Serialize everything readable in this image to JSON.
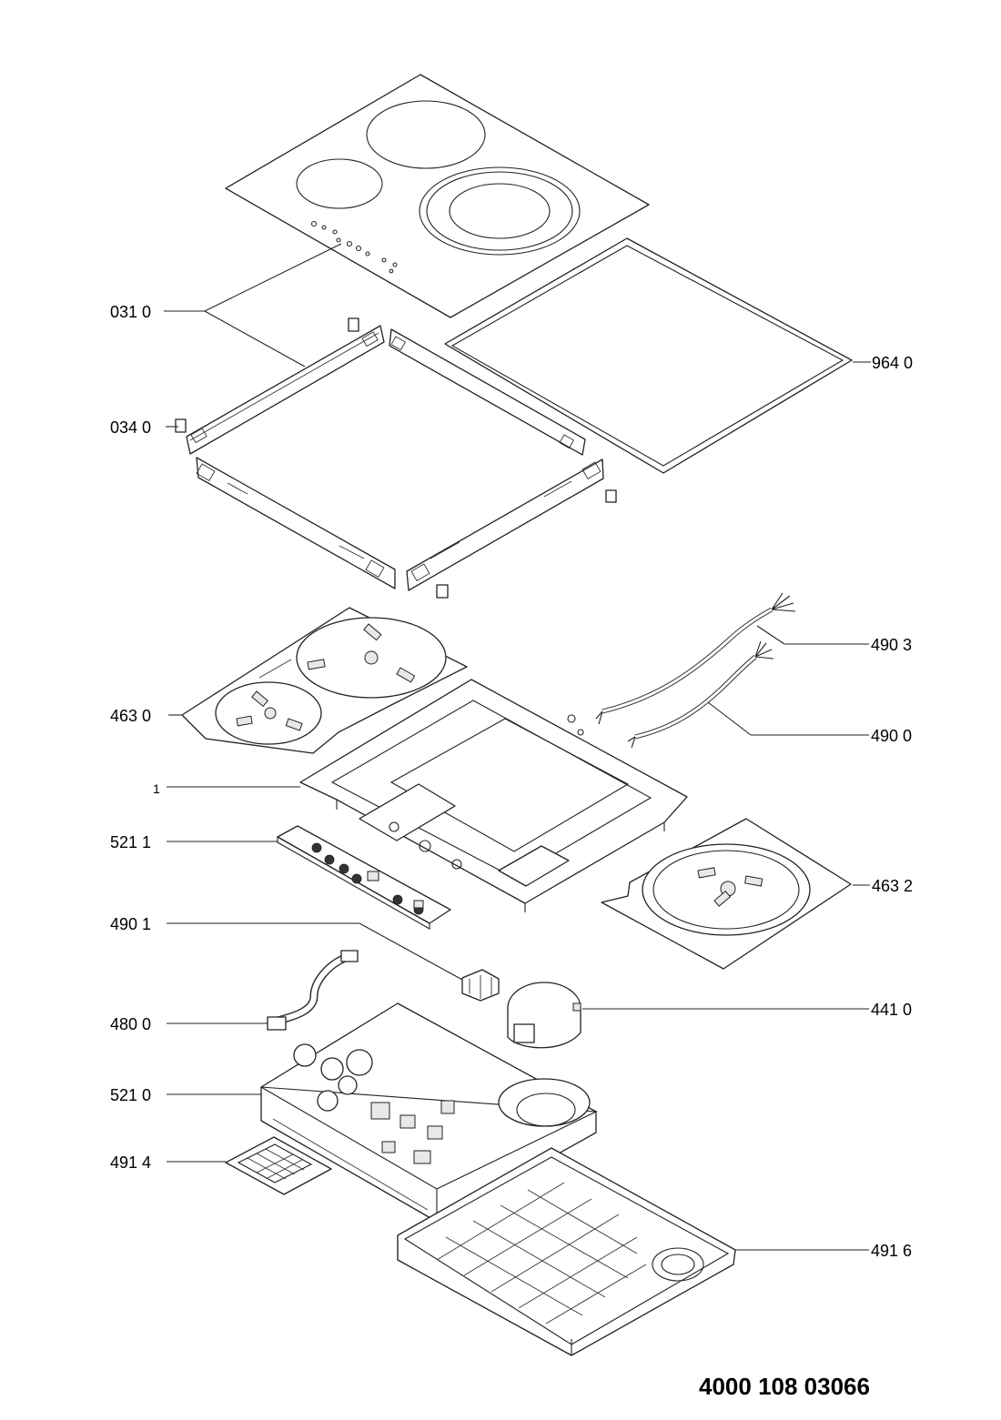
{
  "diagram": {
    "document_number": "4000 108 03066",
    "callouts": [
      {
        "id": "cooktop-glass",
        "label": "031 0"
      },
      {
        "id": "frame-clip",
        "label": "034 0"
      },
      {
        "id": "gasket",
        "label": "964 0"
      },
      {
        "id": "mains-cable-a",
        "label": "490 3"
      },
      {
        "id": "heater-plate-left",
        "label": "463 0"
      },
      {
        "id": "mains-cable-b",
        "label": "490 0"
      },
      {
        "id": "base-tray",
        "label": "1"
      },
      {
        "id": "control-board",
        "label": "521 1"
      },
      {
        "id": "heater-plate-right",
        "label": "463 2"
      },
      {
        "id": "terminal-block",
        "label": "490 1"
      },
      {
        "id": "fan",
        "label": "441 0"
      },
      {
        "id": "ribbon-cable",
        "label": "480 0"
      },
      {
        "id": "power-board",
        "label": "521 0"
      },
      {
        "id": "filter",
        "label": "491 4"
      },
      {
        "id": "bottom-cover",
        "label": "491 6"
      }
    ]
  }
}
